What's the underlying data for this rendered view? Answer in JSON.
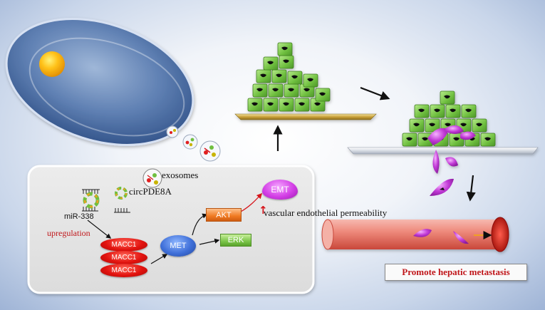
{
  "labels": {
    "exosomes": "exosomes",
    "circ": "circPDE8A",
    "mir": "miR-338",
    "upregulation": "upregulation",
    "macc1": [
      "MACC1",
      "MACC1",
      "MACC1"
    ],
    "met": "MET",
    "akt": "AKT",
    "erk": "ERK",
    "emt": "EMT",
    "permeability": "vascular endothelial permeability",
    "metastasis": "Promote hepatic metastasis"
  },
  "colors": {
    "panel_bg": "#e4e4e4",
    "tumor_green": "#6fbf3f",
    "cancer_purple": "#c13ad6",
    "macc_red": "#e2130f",
    "met_blue": "#3f6fd8",
    "akt_orange": "#f07a22",
    "erk_green": "#7cc64a",
    "vessel_red": "#e03a2a",
    "text_red": "#c0161a"
  }
}
